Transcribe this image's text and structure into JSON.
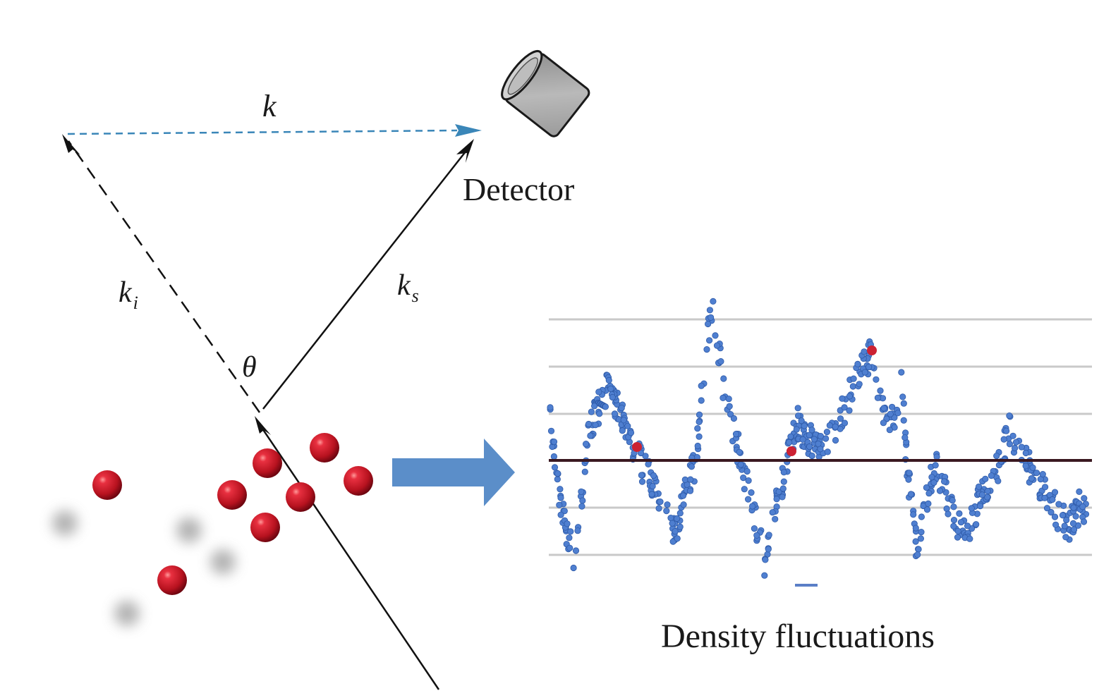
{
  "labels": {
    "k": "k",
    "ki_base": "k",
    "ki_sub": "i",
    "ks_base": "k",
    "ks_sub": "s",
    "theta": "θ",
    "detector": "Detector",
    "density": "Density fluctuations"
  },
  "colors": {
    "wave_vector_k": "#3a86b8",
    "arrows": "#111111",
    "particle": "#cc1f2a",
    "process_arrow": "#5b8ec9",
    "points": "#4f7fd0",
    "highlight_points": "#cc2233",
    "mean_line": "#3a1820",
    "grid": "#c9c9c9",
    "detector_body": "#a9a9a9"
  },
  "icons": {
    "detector": "detector-icon",
    "particles": "particle-icon",
    "process_arrow": "right-arrow-icon"
  },
  "plot": {
    "type": "scatter",
    "grid": true,
    "mean_line": true,
    "description_count": 0
  }
}
